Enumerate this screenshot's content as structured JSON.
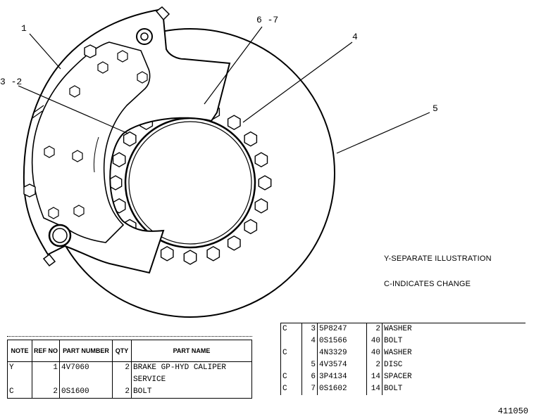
{
  "callouts": {
    "c1": "1",
    "c32": "3 -2",
    "c67": "6 -7",
    "c4": "4",
    "c5": "5"
  },
  "notes": {
    "separate": "Y-SEPARATE ILLUSTRATION",
    "change": "C-INDICATES CHANGE"
  },
  "table_headers": {
    "note": "NOTE",
    "ref": "REF NO",
    "part_number": "PART NUMBER",
    "qty": "QTY",
    "part_name": "PART NAME"
  },
  "left_rows": [
    {
      "note": "Y",
      "ref": "1",
      "part": "4V7060",
      "qty": "2",
      "name": "BRAKE GP-HYD CALIPER"
    },
    {
      "note": "",
      "ref": "",
      "part": "",
      "qty": "",
      "name": "SERVICE"
    },
    {
      "note": "C",
      "ref": "2",
      "part": "0S1600",
      "qty": "2",
      "name": "BOLT"
    }
  ],
  "right_rows": [
    {
      "note": "C",
      "ref": "3",
      "part": "5P8247",
      "qty": "2",
      "name": "WASHER"
    },
    {
      "note": "",
      "ref": "4",
      "part": "0S1566",
      "qty": "40",
      "name": "BOLT"
    },
    {
      "note": "C",
      "ref": "",
      "part": "4N3329",
      "qty": "40",
      "name": "WASHER"
    },
    {
      "note": "",
      "ref": "5",
      "part": "4V3574",
      "qty": "2",
      "name": "DISC"
    },
    {
      "note": "C",
      "ref": "6",
      "part": "3P4134",
      "qty": "14",
      "name": "SPACER"
    },
    {
      "note": "C",
      "ref": "7",
      "part": "0S1602",
      "qty": "14",
      "name": "BOLT"
    }
  ],
  "figure_number": "411050"
}
